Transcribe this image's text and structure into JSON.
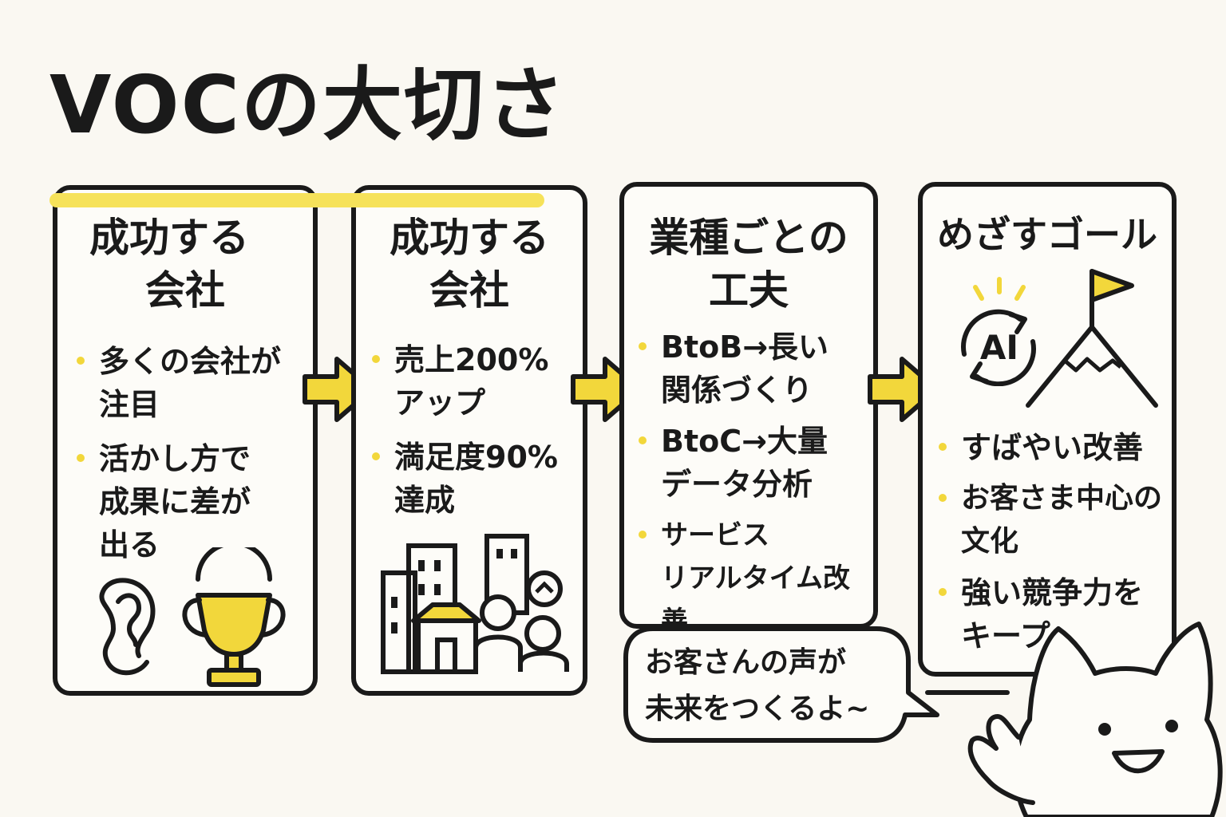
{
  "title": "VOCの大切さ",
  "panels": [
    {
      "title_line1": "成功する",
      "title_line2": "会社",
      "bullets": [
        "多くの会社が\n注目",
        "活かし方で\n成果に差が\n出る"
      ],
      "icons": [
        "ear-icon",
        "trophy-icon"
      ]
    },
    {
      "title_line1": "成功する",
      "title_line2": "会社",
      "bullets": [
        "売上200%\nアップ",
        "満足度90%\n達成"
      ],
      "icons": [
        "buildings-people-icon"
      ]
    },
    {
      "title_line1": "業種ごとの",
      "title_line2": "工夫",
      "bullets": [
        "BtoB→長い\n関係づくり",
        "BtoC→大量\nデータ分析",
        "サービス\nリアルタイム改善"
      ],
      "icons": []
    },
    {
      "title_line1": "めざすゴール",
      "bullets": [
        "すばやい改善",
        "お客さま中心の\n文化",
        "強い競争力を\nキープ"
      ],
      "icons": [
        "ai-cycle-icon",
        "mountain-flag-icon"
      ],
      "ai_label": "AI"
    }
  ],
  "speech": "お客さんの声が\n未来をつくるよ~",
  "colors": {
    "accent": "#f2d73b",
    "ink": "#1a1a1a",
    "background": "#faf8f2"
  }
}
